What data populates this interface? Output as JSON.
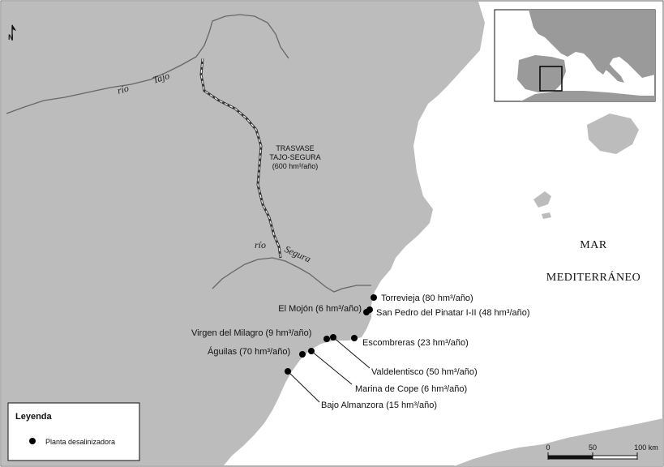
{
  "sea_label": {
    "line1": "MAR",
    "line2": "MEDITERRÁNEO"
  },
  "rivers": {
    "tajo": {
      "word1": "río",
      "word2": "Tajo"
    },
    "segura": {
      "word1": "río",
      "word2": "Segura"
    }
  },
  "transfer": {
    "line1": "TRASVASE",
    "line2": "TAJO-SEGURA",
    "line3": "(600 hm³/año)"
  },
  "north_arrow": "N",
  "plants": [
    {
      "label": "Torrevieja (80 hm³/año)"
    },
    {
      "label": "El Mojón (6 hm³/año)"
    },
    {
      "label": "San Pedro del Pinatar I-II (48 hm³/año)"
    },
    {
      "label": "Virgen del Milagro (9 hm³/año)"
    },
    {
      "label": "Escombreras (23 hm³/año)"
    },
    {
      "label": "Águilas (70 hm³/año)"
    },
    {
      "label": "Valdelentisco (50 hm³/año)"
    },
    {
      "label": "Marina de Cope (6 hm³/año)"
    },
    {
      "label": "Bajo Almanzora (15 hm³/año)"
    }
  ],
  "legend": {
    "title": "Leyenda",
    "item": "Planta desalinizadora"
  },
  "scale": {
    "ticks": [
      "0",
      "50",
      "100 km"
    ]
  },
  "colors": {
    "land": "#bcbcbc",
    "sea": "#ffffff",
    "inset_land": "#9a9a9a",
    "river": "#666666"
  }
}
